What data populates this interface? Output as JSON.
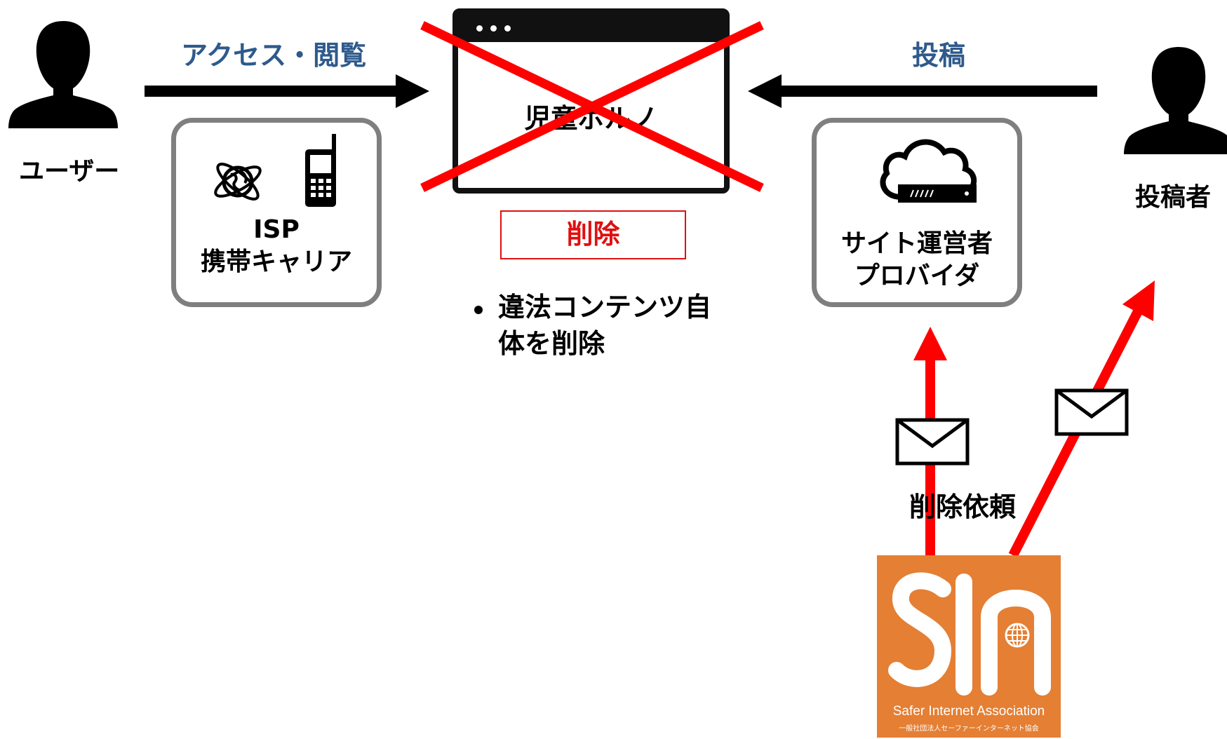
{
  "labels": {
    "access": "アクセス・閲覧",
    "post": "投稿",
    "user": "ユーザー",
    "poster": "投稿者",
    "page_content": "児童ポルノ",
    "delete": "削除",
    "bullet": [
      "違法コンテンツ自",
      "体を削除"
    ],
    "delete_request": "削除依頼"
  },
  "isp_card": {
    "lines": [
      "ISP",
      "携帯キャリア"
    ]
  },
  "site_card": {
    "lines": [
      "サイト運営者",
      "プロバイダ"
    ]
  },
  "sia_logo": {
    "mark": "SIA",
    "name": "Safer Internet Association",
    "sub": "一般社団法人セーファーインターネット協会"
  },
  "icons": [
    "user-icon",
    "globe-icon",
    "mobile-phone-icon",
    "cloud-server-icon",
    "envelope-icon",
    "browser-window-icon"
  ],
  "colors": {
    "accent_blue": "#2e5a8c",
    "alert_red": "#e01010",
    "sia_orange": "#e47f34",
    "card_border": "#7f7f7f"
  }
}
